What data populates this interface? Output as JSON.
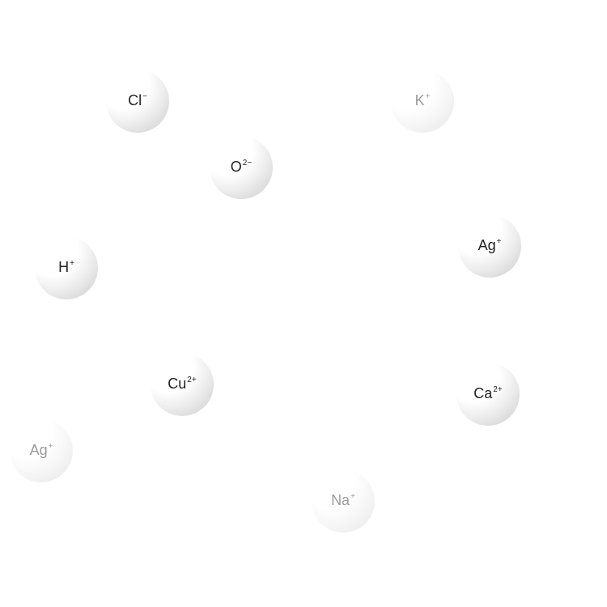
{
  "ions": [
    {
      "symbol": "Cl",
      "charge": "−",
      "faded": false
    },
    {
      "symbol": "K",
      "charge": "+",
      "faded": true
    },
    {
      "symbol": "O",
      "charge": "2−",
      "faded": false
    },
    {
      "symbol": "Ag",
      "charge": "+",
      "faded": false
    },
    {
      "symbol": "H",
      "charge": "+",
      "faded": false
    },
    {
      "symbol": "Cu",
      "charge": "2+",
      "faded": false
    },
    {
      "symbol": "Ca",
      "charge": "2+",
      "faded": false
    },
    {
      "symbol": "Ag",
      "charge": "+",
      "faded": true
    },
    {
      "symbol": "Na",
      "charge": "+",
      "faded": true
    }
  ]
}
